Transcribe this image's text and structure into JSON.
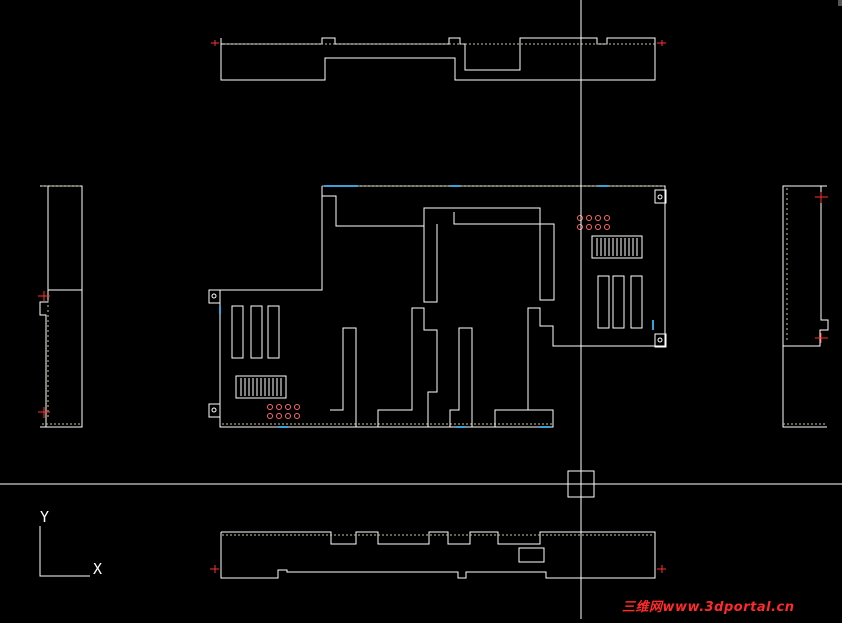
{
  "ucs_icon": {
    "x_label": "X",
    "y_label": "Y"
  },
  "watermark": {
    "text": "三维网www.3dportal.cn",
    "color": "#ff2a2a"
  },
  "colors": {
    "background": "#000000",
    "geometry": "#ffffff",
    "dashed_edge": "#c8c896",
    "crosshair": "#ffffff",
    "marker": "#ff3030",
    "accent_blue": "#3aa0d8"
  }
}
